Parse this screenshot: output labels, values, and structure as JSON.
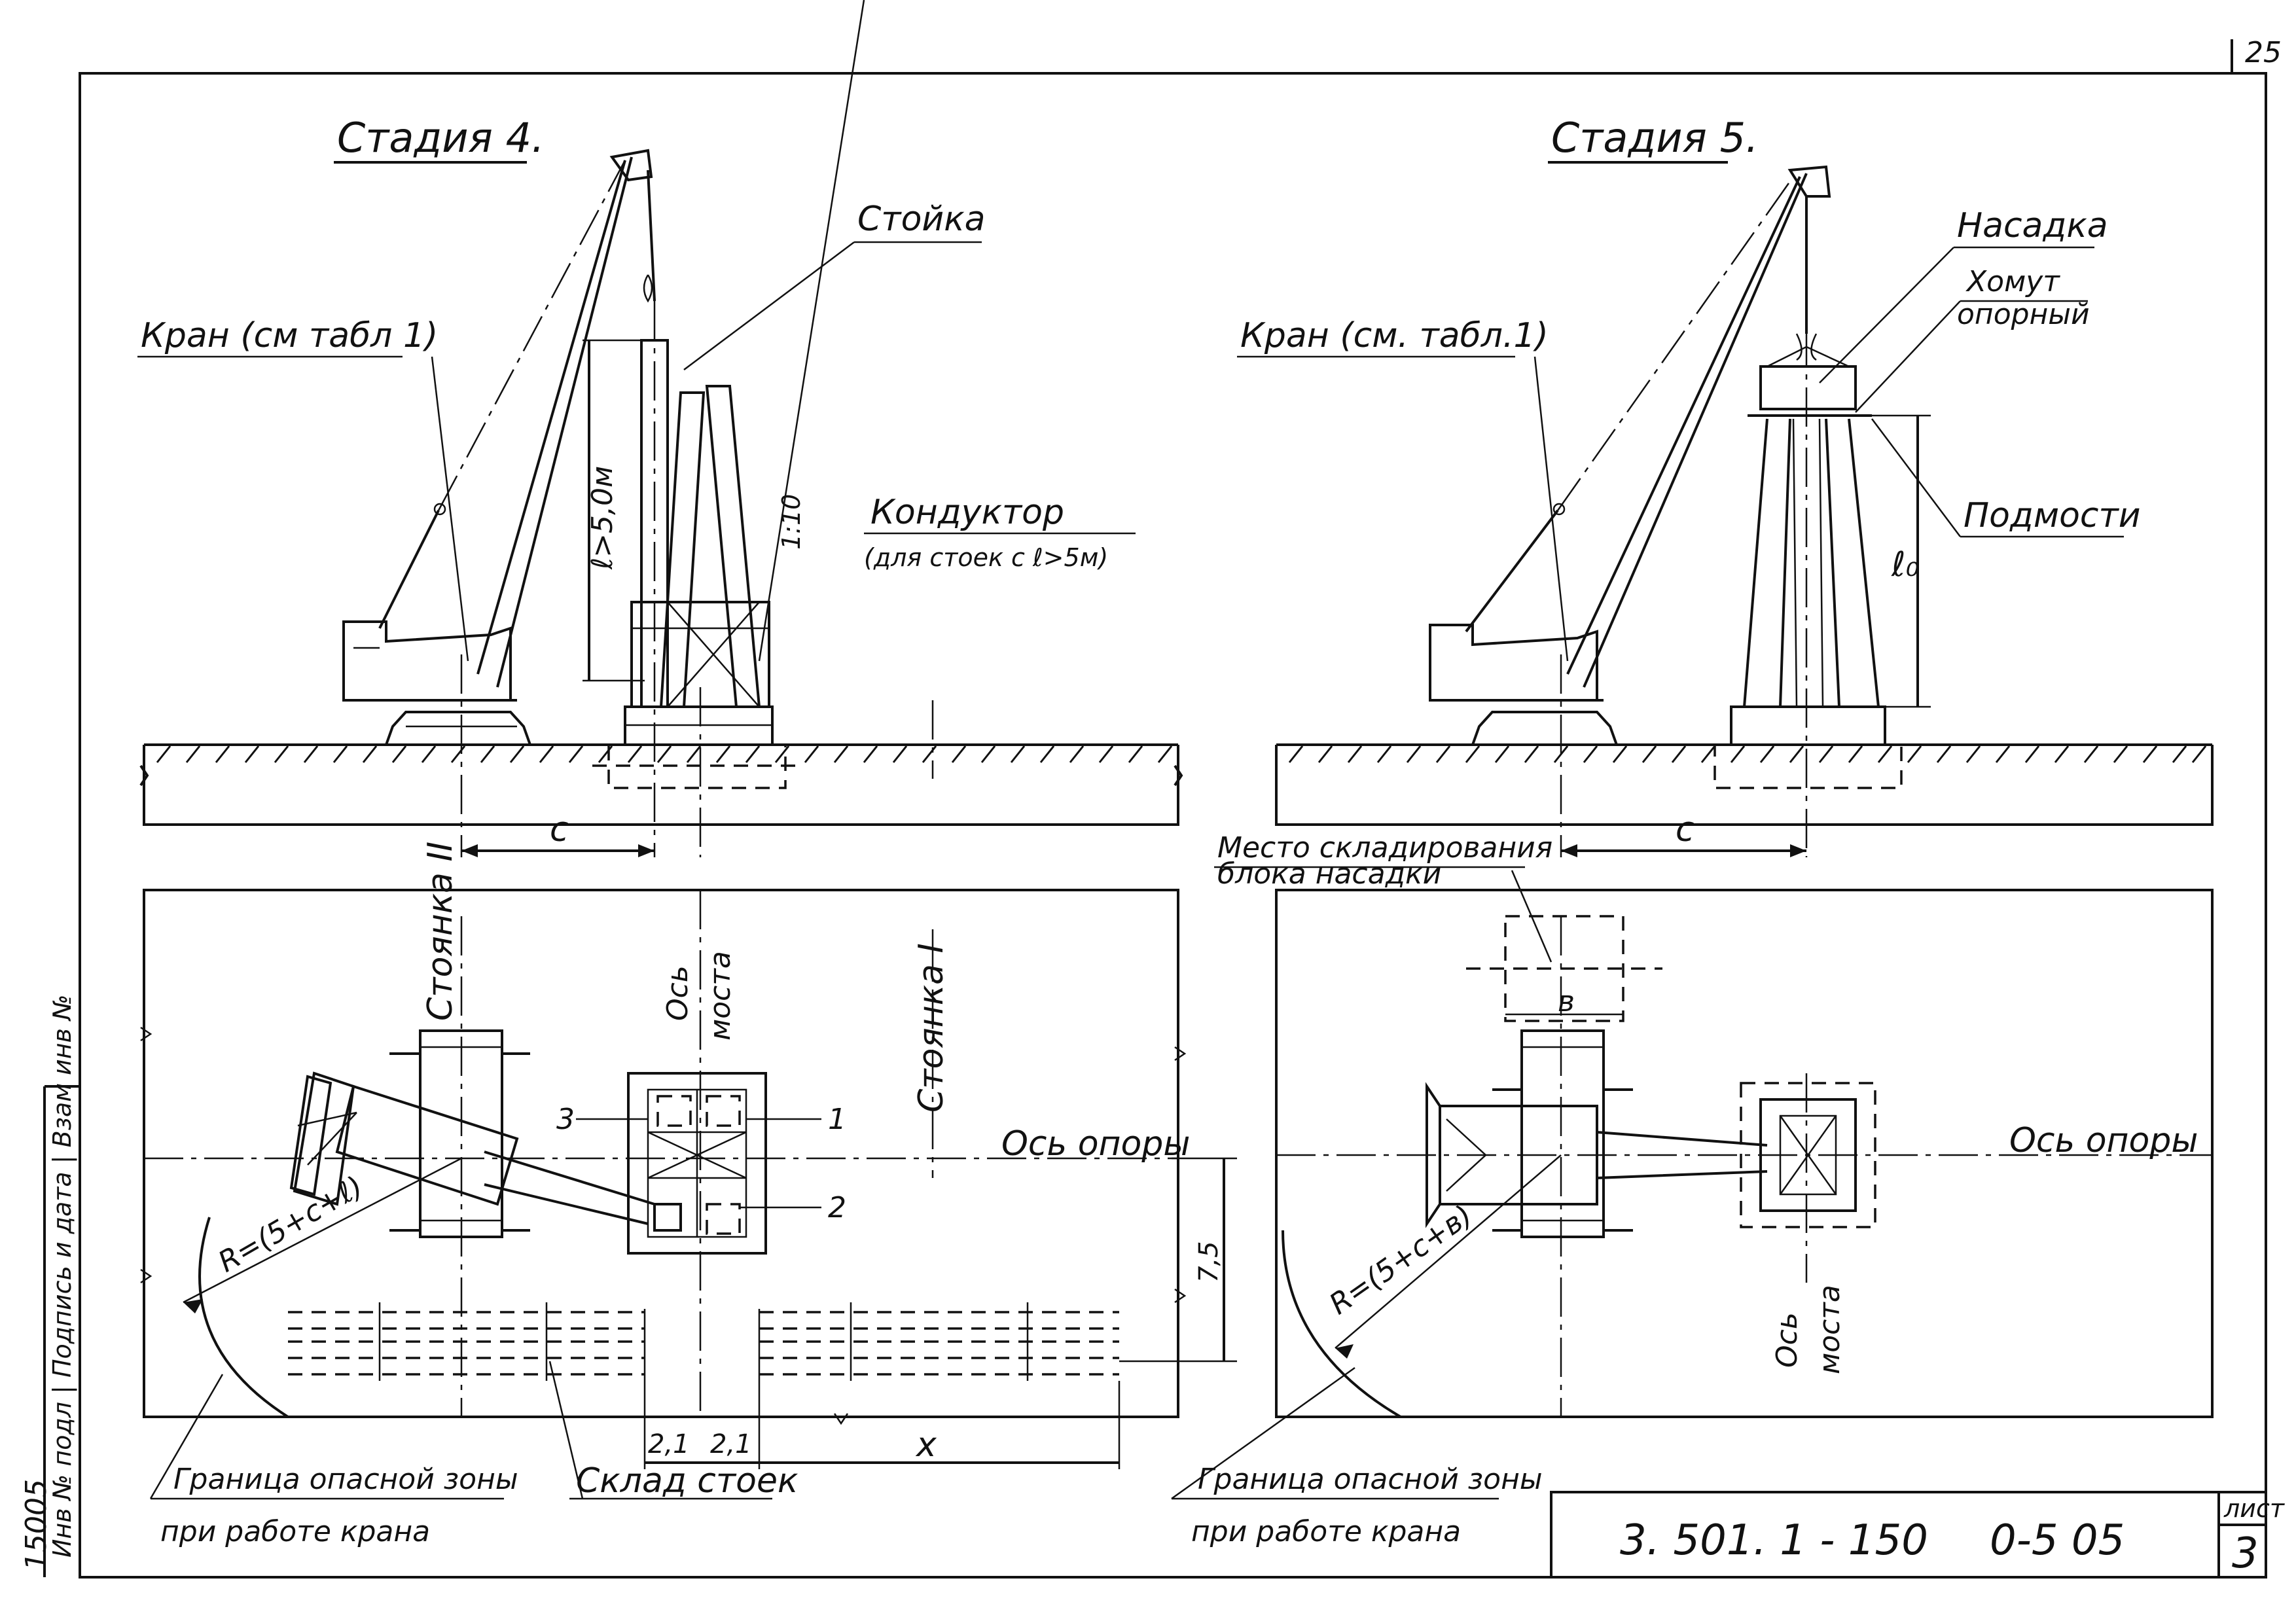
{
  "corner_mark": "25",
  "stage4": {
    "title": "Стадия 4.",
    "crane_label": "Кран (см табл 1)",
    "post_label": "Стойка",
    "jig_label": "Кондуктор",
    "jig_note": "(для стоек с ℓ>5м)",
    "length_label": "ℓ>5,0м",
    "slope_label": "1:10",
    "dim_c": "c",
    "parking2": "Стоянка II",
    "parking1": "Стоянка I",
    "bridge_axis_top": "Ось",
    "bridge_axis_bottom": "моста",
    "support_axis": "Ось опоры",
    "callout_1": "1",
    "callout_2": "2",
    "callout_3": "3",
    "radius_label": "R=(5+c+ℓ)",
    "dim_75": "7,5",
    "dim_21a": "2,1",
    "dim_21b": "2,1",
    "dim_x": "x",
    "danger_zone_1": "Граница опасной зоны",
    "danger_zone_2": "при работе крана",
    "storage_label": "Склад стоек"
  },
  "stage5": {
    "title": "Стадия 5.",
    "crane_label": "Кран (см. табл.1)",
    "cap_label": "Насадка",
    "clamp_label_1": "Хомут",
    "clamp_label_2": "опорный",
    "scaffold_label": "Подмости",
    "height_label": "ℓ₀",
    "dim_c": "c",
    "storage_1": "Место складирования",
    "storage_2": "блока насадки",
    "dim_b": "в",
    "support_axis": "Ось опоры",
    "bridge_axis_top": "Ось",
    "bridge_axis_bottom": "моста",
    "radius_label": "R=(5+c+в)",
    "danger_zone_1": "Граница опасной зоны",
    "danger_zone_2": "при работе крана"
  },
  "stamp": {
    "code": "3. 501. 1 - 150",
    "sheet_code": "0-5 05",
    "sheet_label": "лист",
    "sheet_number": "3"
  },
  "side_strip": {
    "header": "Инв № подл | Подпись и дата | Взам инв №",
    "number": "15005"
  }
}
